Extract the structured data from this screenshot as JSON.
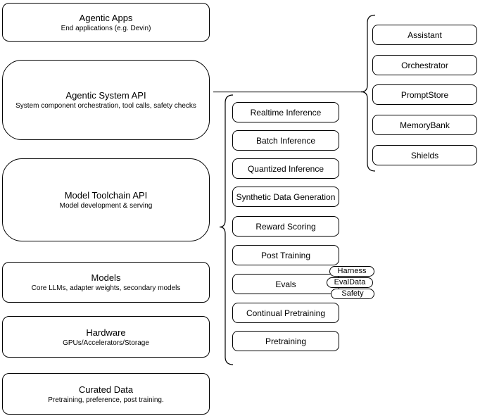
{
  "diagram": {
    "title": "Agentic system stack diagram",
    "colors": {
      "stroke": "#000000",
      "fill": "#ffffff",
      "text": "#000000",
      "connector": "#5b5b5b"
    },
    "left_column": [
      {
        "title": "Agentic Apps",
        "subtitle": "End applications (e.g. Devin)"
      },
      {
        "title": "Agentic System API",
        "subtitle": "System component orchestration, tool calls, safety checks"
      },
      {
        "title": "Model Toolchain API",
        "subtitle": "Model development & serving"
      },
      {
        "title": "Models",
        "subtitle": "Core LLMs, adapter weights, secondary models"
      },
      {
        "title": "Hardware",
        "subtitle": "GPUs/Accelerators/Storage"
      },
      {
        "title": "Curated Data",
        "subtitle": "Pretraining, preference, post training."
      }
    ],
    "toolchain_items": [
      "Realtime Inference",
      "Batch Inference",
      "Quantized Inference",
      "Synthetic Data Generation",
      "Reward Scoring",
      "Post Training",
      "Evals",
      "Continual Pretraining",
      "Pretraining"
    ],
    "evals_tags": [
      "Harness",
      "EvalData",
      "Safety"
    ],
    "system_components": [
      "Assistant",
      "Orchestrator",
      "PromptStore",
      "MemoryBank",
      "Shields"
    ]
  }
}
